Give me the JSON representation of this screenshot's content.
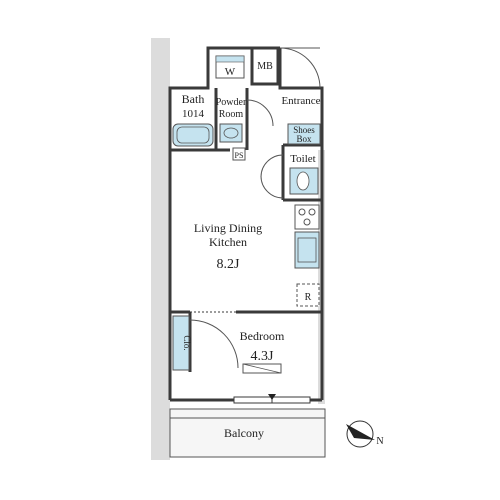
{
  "rooms": {
    "bath": {
      "name": "Bath",
      "size": "1014"
    },
    "powder": {
      "line1": "Powder",
      "line2": "Room"
    },
    "washer": {
      "label": "W"
    },
    "mb": {
      "label": "MB"
    },
    "entrance": {
      "label": "Entrance"
    },
    "shoes_box": {
      "line1": "Shoes",
      "line2": "Box"
    },
    "ps": {
      "label": "PS"
    },
    "toilet": {
      "label": "Toilet"
    },
    "ldk": {
      "line1": "Living Dining",
      "line2": "Kitchen",
      "size": "8.2J"
    },
    "refrigerator": {
      "label": "R"
    },
    "bedroom": {
      "name": "Bedroom",
      "size": "4.3J"
    },
    "closet": {
      "label": "Clo."
    },
    "balcony": {
      "label": "Balcony"
    }
  },
  "compass": {
    "label": "N"
  },
  "colors": {
    "fixture": "#c5e3ef",
    "wall": "#3a3a3a",
    "balcony_gray": "#dcdcdc"
  }
}
